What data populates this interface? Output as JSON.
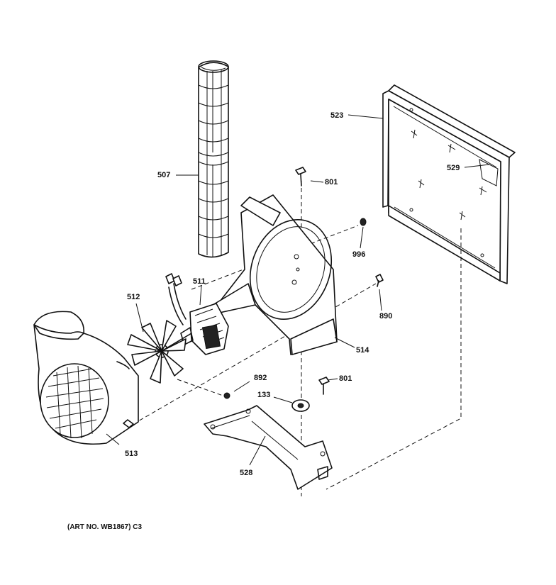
{
  "callouts": {
    "p507": "507",
    "p523": "523",
    "p529": "529",
    "p801a": "801",
    "p996": "996",
    "p511": "511",
    "p512": "512",
    "p890": "890",
    "p514": "514",
    "p892": "892",
    "p801b": "801",
    "p133": "133",
    "p513": "513",
    "p528": "528"
  },
  "art_note": "(ART NO. WB1867) C3"
}
